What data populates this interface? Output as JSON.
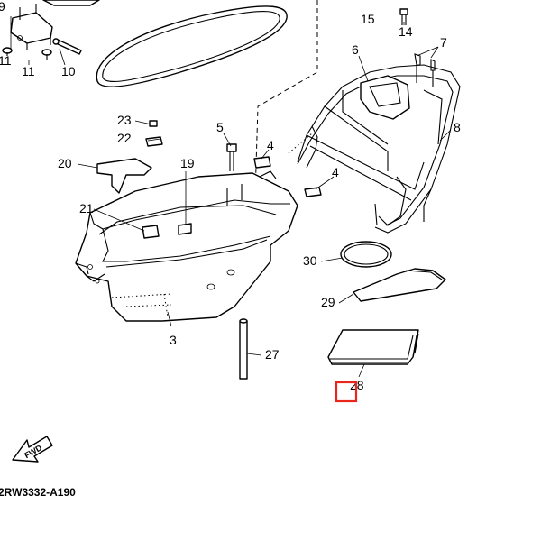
{
  "diagram": {
    "drawing_code": "2RW3332-A190",
    "fwd_text": "FWD",
    "highlight_color": "#e8261c",
    "callouts": [
      {
        "id": "c9",
        "text": "9"
      },
      {
        "id": "c11a",
        "text": "11"
      },
      {
        "id": "c11b",
        "text": "11"
      },
      {
        "id": "c10",
        "text": "10"
      },
      {
        "id": "c15",
        "text": "15"
      },
      {
        "id": "c14",
        "text": "14"
      },
      {
        "id": "c7",
        "text": "7"
      },
      {
        "id": "c6",
        "text": "6"
      },
      {
        "id": "c8",
        "text": "8"
      },
      {
        "id": "c23",
        "text": "23"
      },
      {
        "id": "c22",
        "text": "22"
      },
      {
        "id": "c5",
        "text": "5"
      },
      {
        "id": "c4a",
        "text": "4"
      },
      {
        "id": "c4b",
        "text": "4"
      },
      {
        "id": "c20",
        "text": "20"
      },
      {
        "id": "c19",
        "text": "19"
      },
      {
        "id": "c21",
        "text": "21"
      },
      {
        "id": "c30",
        "text": "30"
      },
      {
        "id": "c29",
        "text": "29"
      },
      {
        "id": "c3",
        "text": "3"
      },
      {
        "id": "c27",
        "text": "27"
      },
      {
        "id": "c28",
        "text": "28"
      }
    ]
  }
}
